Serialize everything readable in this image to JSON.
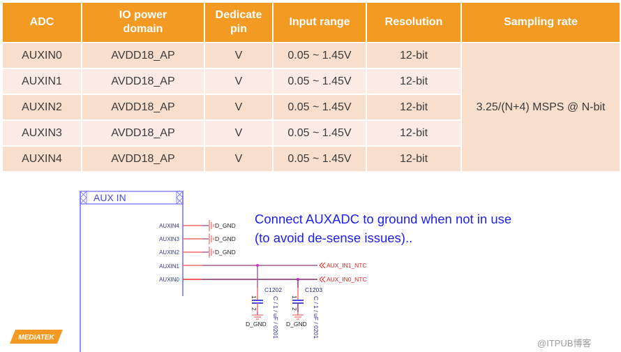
{
  "table": {
    "headers": [
      "ADC",
      "IO power\ndomain",
      "Dedicate\npin",
      "Input range",
      "Resolution",
      "Sampling rate"
    ],
    "header_lines": [
      [
        "ADC"
      ],
      [
        "IO power",
        "domain"
      ],
      [
        "Dedicate",
        "pin"
      ],
      [
        "Input range"
      ],
      [
        "Resolution"
      ],
      [
        "Sampling rate"
      ]
    ],
    "rows": [
      {
        "adc": "AUXIN0",
        "domain": "AVDD18_AP",
        "pin": "V",
        "range": "0.05 ~ 1.45V",
        "resolution": "12-bit"
      },
      {
        "adc": "AUXIN1",
        "domain": "AVDD18_AP",
        "pin": "V",
        "range": "0.05 ~ 1.45V",
        "resolution": "12-bit"
      },
      {
        "adc": "AUXIN2",
        "domain": "AVDD18_AP",
        "pin": "V",
        "range": "0.05 ~ 1.45V",
        "resolution": "12-bit"
      },
      {
        "adc": "AUXIN3",
        "domain": "AVDD18_AP",
        "pin": "V",
        "range": "0.05 ~ 1.45V",
        "resolution": "12-bit"
      },
      {
        "adc": "AUXIN4",
        "domain": "AVDD18_AP",
        "pin": "V",
        "range": "0.05 ~ 1.45V",
        "resolution": "12-bit"
      }
    ],
    "sampling_rate": "3.25/(N+4) MSPS @ N-bit"
  },
  "note": {
    "line1": "Connect AUXADC to ground when not in use",
    "line2": "(to avoid de-sense issues).."
  },
  "schematic": {
    "block_title": "AUX IN",
    "pins": [
      "AUXIN4",
      "AUXIN3",
      "AUXIN2",
      "AUXIN1",
      "AUXIN0"
    ],
    "ground_net": "D_GND",
    "nets": [
      "AUX_IN1_NTC",
      "AUX_IN0_NTC"
    ],
    "capacitors": [
      {
        "ref": "C1202",
        "value": "C / 1 / uF / 0201",
        "pin1": "1",
        "pin2": "2"
      },
      {
        "ref": "C1203",
        "value": "C / 1 / uF / 0201",
        "pin1": "1",
        "pin2": "2"
      }
    ]
  },
  "brand": {
    "logo": "MEDIATEK",
    "color": "#f39a23"
  },
  "watermark": "@ITPUB博客",
  "colors": {
    "header": "#f39a23",
    "row_dark": "#f8decd",
    "row_light": "#fcebe4",
    "note": "#1e1ef0"
  }
}
